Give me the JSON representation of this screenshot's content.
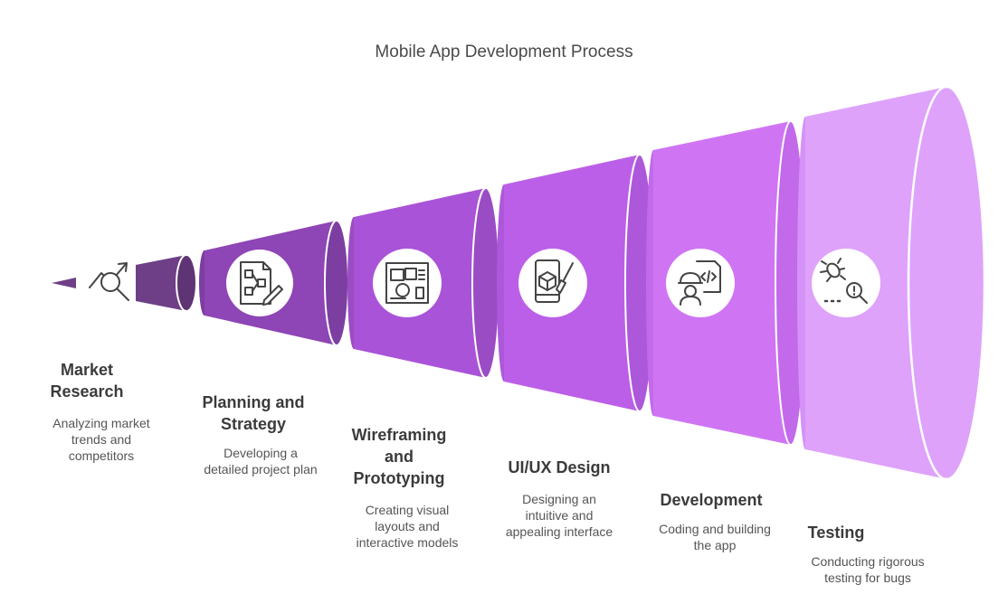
{
  "title": "Mobile App Development Process",
  "stages": [
    {
      "label": "Market\nResearch",
      "description": "Analyzing market\ntrends and\ncompetitors",
      "icon": "market-trend-search-icon",
      "color": "#6e3f86"
    },
    {
      "label": "Planning and\nStrategy",
      "description": "Developing a\ndetailed project plan",
      "icon": "project-plan-document-icon",
      "color": "#8e45b5"
    },
    {
      "label": "Wireframing\nand\nPrototyping",
      "description": "Creating visual\nlayouts and\ninteractive models",
      "icon": "wireframe-layout-icon",
      "color": "#a953d8"
    },
    {
      "label": "UI/UX Design",
      "description": "Designing an\nintuitive and\nappealing interface",
      "icon": "ui-design-phone-brush-icon",
      "color": "#bb5fe8"
    },
    {
      "label": "Development",
      "description": "Coding and building\nthe app",
      "icon": "developer-code-icon",
      "color": "#cf75f4"
    },
    {
      "label": "Testing",
      "description": "Conducting rigorous\ntesting for bugs",
      "icon": "bug-search-icon",
      "color": "#dea2fb"
    }
  ]
}
